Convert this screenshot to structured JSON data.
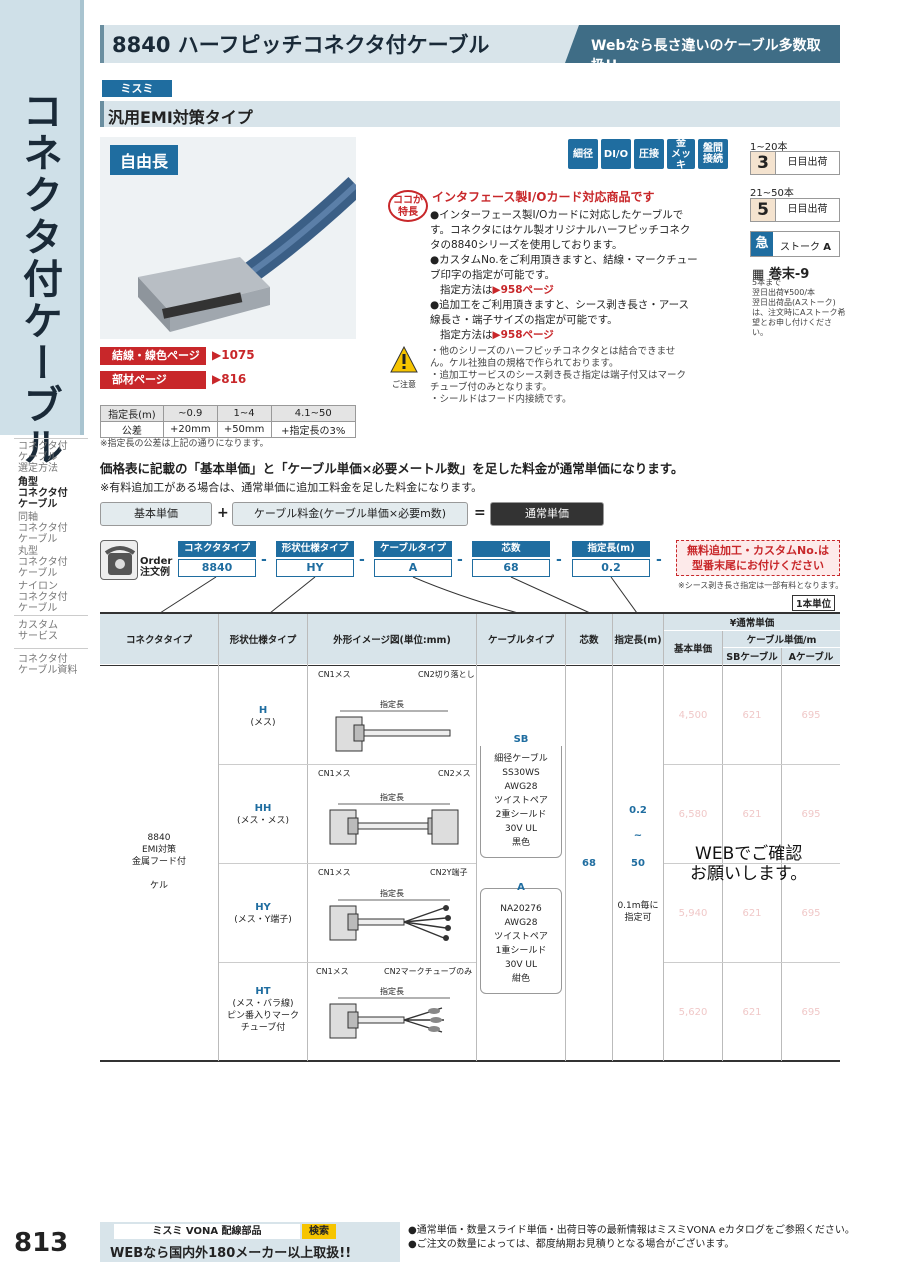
{
  "sidebar": {
    "tab_title": "コネクタ付ケーブル",
    "items": [
      {
        "label": "コネクタ付\nケーブル\n選定方法",
        "active": false
      },
      {
        "label": "角型\nコネクタ付\nケーブル",
        "active": true
      },
      {
        "label": "同軸\nコネクタ付\nケーブル",
        "active": false
      },
      {
        "label": "丸型\nコネクタ付\nケーブル",
        "active": false
      },
      {
        "label": "ナイロン\nコネクタ付\nケーブル",
        "active": false
      },
      {
        "label": "カスタム\nサービス",
        "active": false
      },
      {
        "label": "コネクタ付\nケーブル資料",
        "active": false
      }
    ],
    "page_number": "813"
  },
  "header": {
    "title": "8840 ハーフピッチコネクタ付ケーブル",
    "banner": "Webなら長さ違いのケーブル多数取扱!!"
  },
  "brand": "ミスミ",
  "subtitle": "汎用EMI対策タイプ",
  "photo_badge": "自由長",
  "refs": [
    {
      "label": "結線・線色ページ",
      "value": "1075"
    },
    {
      "label": "部材ページ",
      "value": "816"
    }
  ],
  "tolerance": {
    "header": [
      "指定長(m)",
      "~0.9",
      "1~4",
      "4.1~50"
    ],
    "row": [
      "公差",
      "+20mm",
      "+50mm",
      "+指定長の3%"
    ],
    "note": "※指定長の公差は上記の通りになります。"
  },
  "feature_tags": [
    "細径",
    "DI/O",
    "圧接",
    "金\nメッキ",
    "盤間\n接続"
  ],
  "features": {
    "badge": "ココが\n特長",
    "headline": "インタフェース製I/Oカード対応商品です",
    "bullets": [
      "●インターフェース製I/Oカードに対応したケーブルです。コネクタにはケル製オリジナルハーフピッチコネクタの8840シリーズを使用しております。",
      "●カスタムNo.をご利用頂きますと、結線・マークチューブ印字の指定が可能です。",
      "●追加工をご利用頂きますと、シース剥き長さ・アース線長さ・端子サイズの指定が可能です。"
    ],
    "method_label": "指定方法は",
    "method_link": "958ページ"
  },
  "caution": {
    "label": "ご注意",
    "lines": [
      "・他のシリーズのハーフピッチコネクタとは結合できません。ケル社独自の規格で作られております。",
      "・追加工サービスのシース剥き長さ指定は端子付又はマークチューブ付のみとなります。",
      "・シールドはフード内接続です。"
    ]
  },
  "delivery": [
    {
      "range": "1~20本",
      "days": "3",
      "text": "日目出荷"
    },
    {
      "range": "21~50本",
      "days": "5",
      "text": "日目出荷"
    }
  ],
  "stock": {
    "icon": "急",
    "text": "ストーク",
    "grade": "A"
  },
  "makimatsu": "巻末-9",
  "delivery_note": "5本まで\n翌日出荷¥500/本\n翌日出荷品(Aストーク)は、注文時にAストーク希望とお申し付けください。",
  "pricing": {
    "line1": "価格表に記載の「基本単価」と「ケーブル単価×必要メートル数」を足した料金が通常単価になります。",
    "line2": "※有料追加工がある場合は、通常単価に追加工料金を足した料金になります。",
    "box1": "基本単価",
    "plus": "+",
    "box2": "ケーブル料金(ケーブル単価×必要m数)",
    "equals": "=",
    "box3": "通常単価"
  },
  "order": {
    "label": "Order\n注文例",
    "fields": [
      {
        "head": "コネクタタイプ",
        "value": "8840"
      },
      {
        "head": "形状仕様タイプ",
        "value": "HY"
      },
      {
        "head": "ケーブルタイプ",
        "value": "A"
      },
      {
        "head": "芯数",
        "value": "68"
      },
      {
        "head": "指定長(m)",
        "value": "0.2"
      }
    ],
    "dash": "-",
    "red_box": "無料追加工・カスタムNo.は\n型番末尾にお付けください",
    "note": "※シース剥き長さ指定は一部有料となります。",
    "unit": "1本単位"
  },
  "table": {
    "headers": {
      "connector": "コネクタタイプ",
      "shape": "形状仕様タイプ",
      "image": "外形イメージ図(単位:mm)",
      "cable": "ケーブルタイプ",
      "cores": "芯数",
      "length": "指定長(m)",
      "price_group": "¥通常単価",
      "base": "基本単価",
      "cable_unit": "ケーブル単価/m",
      "sb": "SBケーブル",
      "a": "Aケーブル"
    },
    "connector_cell": "8840\nEMI対策\n金属フード付\n\nケル",
    "rows": [
      {
        "code": "H",
        "desc": "(メス)",
        "cn1": "CN1メス",
        "cn2": "CN2切り落とし",
        "dim": "指定長",
        "base": "4,500",
        "sb": "621",
        "a": "695"
      },
      {
        "code": "HH",
        "desc": "(メス・メス)",
        "cn1": "CN1メス",
        "cn2": "CN2メス",
        "dim": "指定長",
        "base": "6,580",
        "sb": "621",
        "a": "695"
      },
      {
        "code": "HY",
        "desc": "(メス・Y端子)",
        "cn1": "CN1メス",
        "cn2": "CN2Y端子",
        "dim": "指定長",
        "base": "5,940",
        "sb": "621",
        "a": "695"
      },
      {
        "code": "HT",
        "desc": "(メス・バラ線)\nピン番入りマーク\nチューブ付",
        "cn1": "CN1メス",
        "cn2": "CN2マークチューブのみ",
        "dim": "指定長",
        "base": "5,620",
        "sb": "621",
        "a": "695"
      }
    ],
    "cable_sb_code": "SB",
    "cable_sb": "細径ケーブル\nSS30WS\nAWG28\nツイストペア\n2重シールド\n30V UL\n黒色",
    "cable_a_code": "A",
    "cable_a": "NA20276\nAWG28\nツイストペア\n1重シールド\n30V UL\n紺色",
    "cores": "68",
    "len_min": "0.2",
    "len_sep": "~",
    "len_max": "50",
    "len_note": "0.1m毎に\n指定可",
    "web_msg": "WEBでご確認\nお願いします。"
  },
  "footer": {
    "vona": "ミスミ VONA 配線部品",
    "search": "検索",
    "web": "WEBなら国内外180メーカー以上取扱!!",
    "notes": [
      "●通常単価・数量スライド単価・出荷日等の最新情報はミスミVONA eカタログをご参照ください。",
      "●ご注文の数量によっては、都度納期お見積りとなる場合がございます。"
    ]
  },
  "colors": {
    "accent": "#1f6da0",
    "red": "#c8272a",
    "header_bg": "#d8e4ea"
  }
}
